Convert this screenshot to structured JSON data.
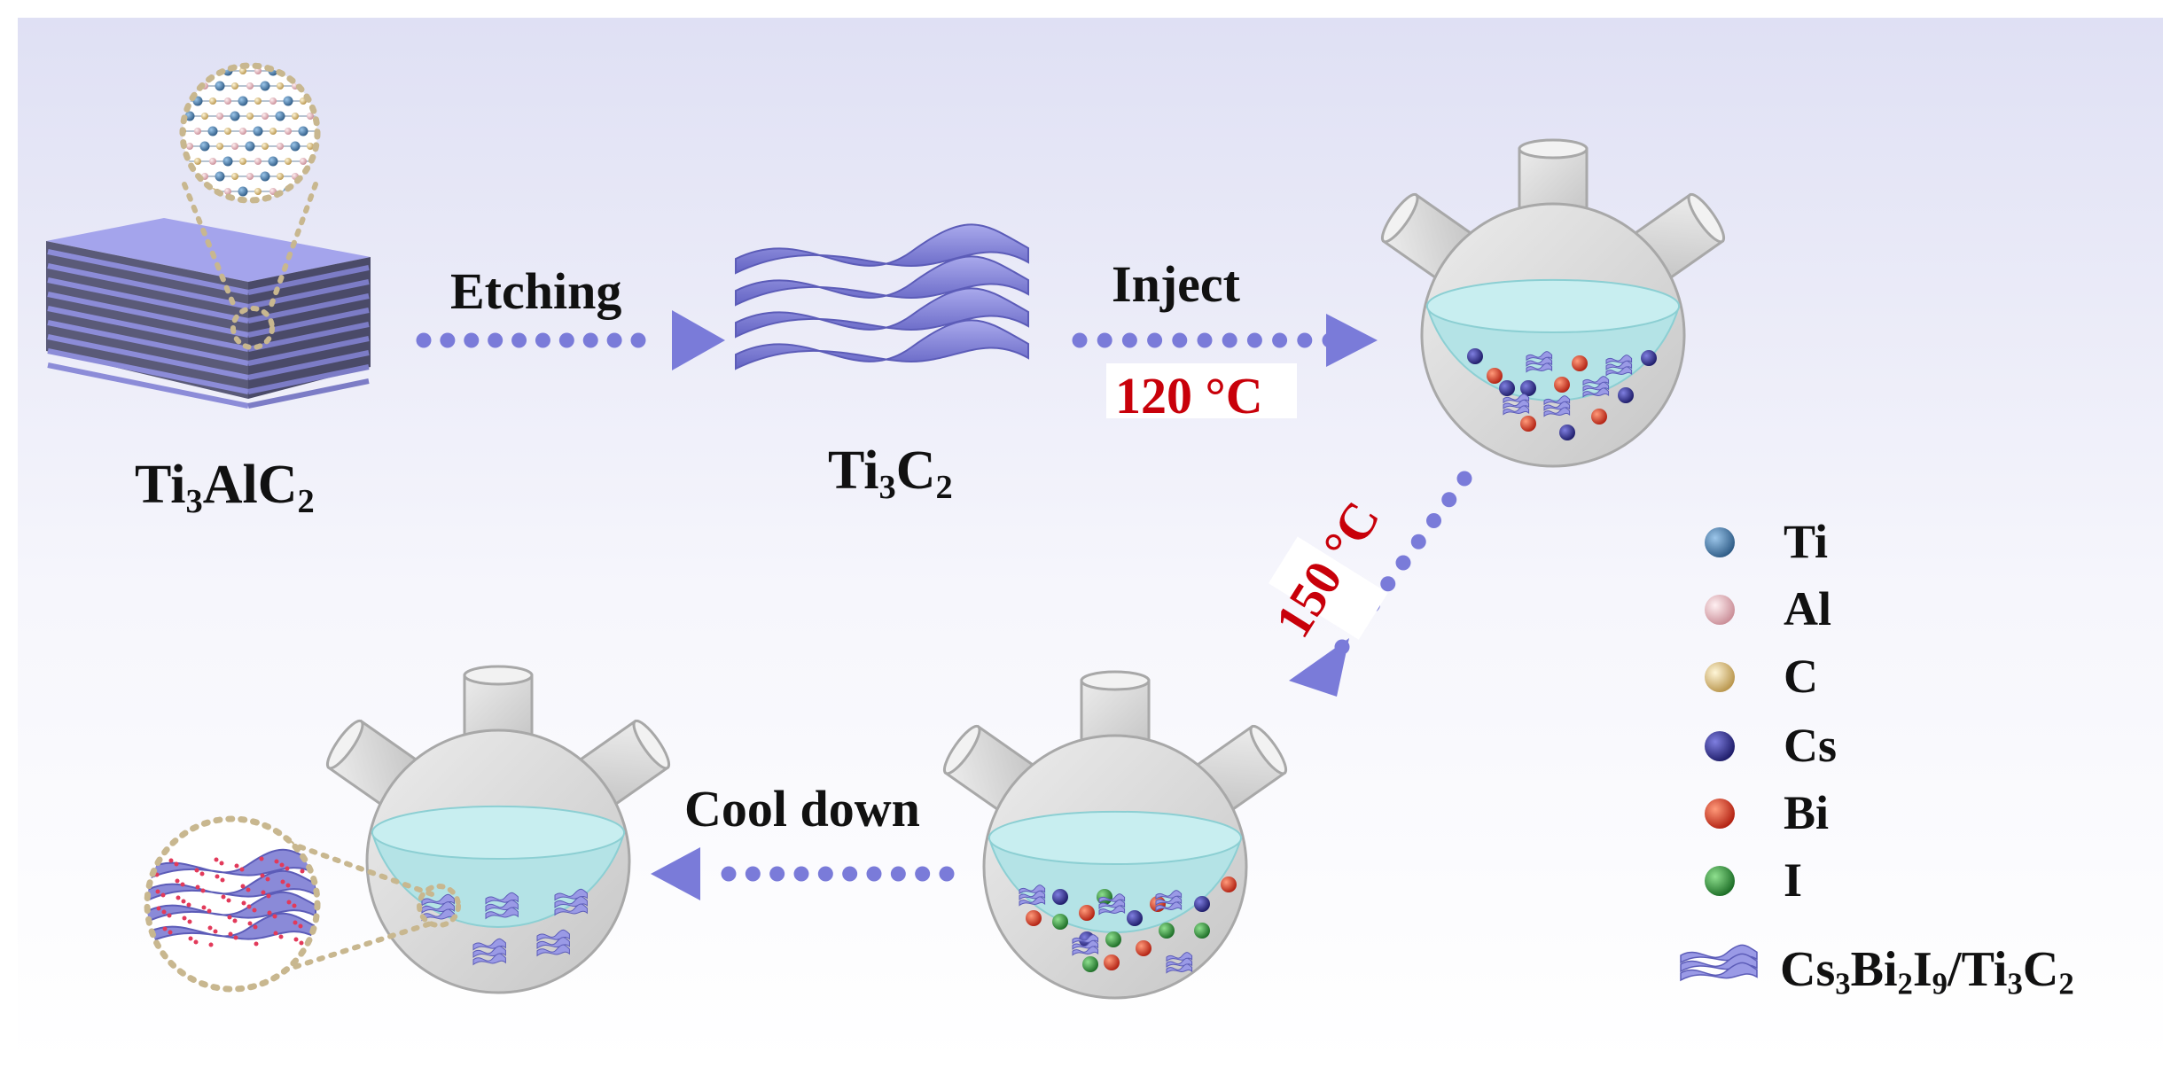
{
  "labels": {
    "ti3alc2": "Ti3AlC2",
    "ti3c2": "Ti3C2",
    "etching": "Etching",
    "inject": "Inject",
    "cool_down": "Cool down"
  },
  "temperatures": {
    "t1": "120 °C",
    "t2": "150 °C",
    "color": "#c8000a"
  },
  "legend": [
    {
      "label": "Ti",
      "color": "#3a6f9e",
      "icon": "ti-atom-icon"
    },
    {
      "label": "Al",
      "color": "#e8b4bc",
      "icon": "al-atom-icon"
    },
    {
      "label": "C",
      "color": "#e0c27a",
      "icon": "c-atom-icon"
    },
    {
      "label": "Cs",
      "color": "#2b2a8a",
      "icon": "cs-atom-icon"
    },
    {
      "label": "Bi",
      "color": "#d9341f",
      "icon": "bi-atom-icon"
    },
    {
      "label": "I",
      "color": "#2e9b3a",
      "icon": "i-atom-icon"
    },
    {
      "label": "Cs3Bi2I9/Ti3C2",
      "icon": "composite-sheet-icon"
    }
  ],
  "colors": {
    "arrow": "#7a7bd9",
    "sheet": "#8a8ad8",
    "flask": "#d4d4d4",
    "liquid": "#b4e3e6",
    "zoom_ring": "#c8b78f"
  }
}
